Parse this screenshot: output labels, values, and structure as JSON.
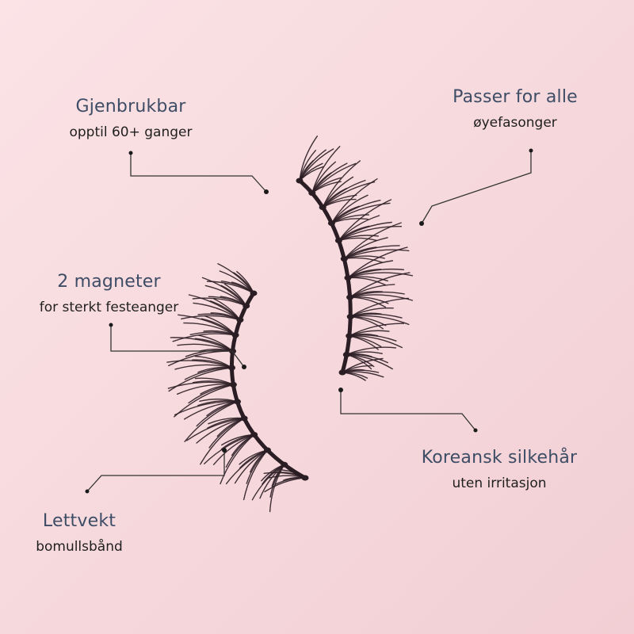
{
  "features": {
    "reusable": {
      "title": "Gjenbrukbar",
      "subtitle": "opptil 60+ ganger"
    },
    "fits_all": {
      "title": "Passer for alle",
      "subtitle": "øyefasonger"
    },
    "magnets": {
      "title": "2 magneter",
      "subtitle": "for sterkt festeanger"
    },
    "silk": {
      "title": "Koreansk silkehår",
      "subtitle": "uten irritasjon"
    },
    "light": {
      "title": "Lettvekt",
      "subtitle": "bomullsbånd"
    }
  },
  "colors": {
    "background": "#f6d8dc",
    "title_text": "#3e4d66",
    "subtitle_text": "#1f1f1f",
    "leader_line": "#333333",
    "lash": "#2b1d24"
  }
}
